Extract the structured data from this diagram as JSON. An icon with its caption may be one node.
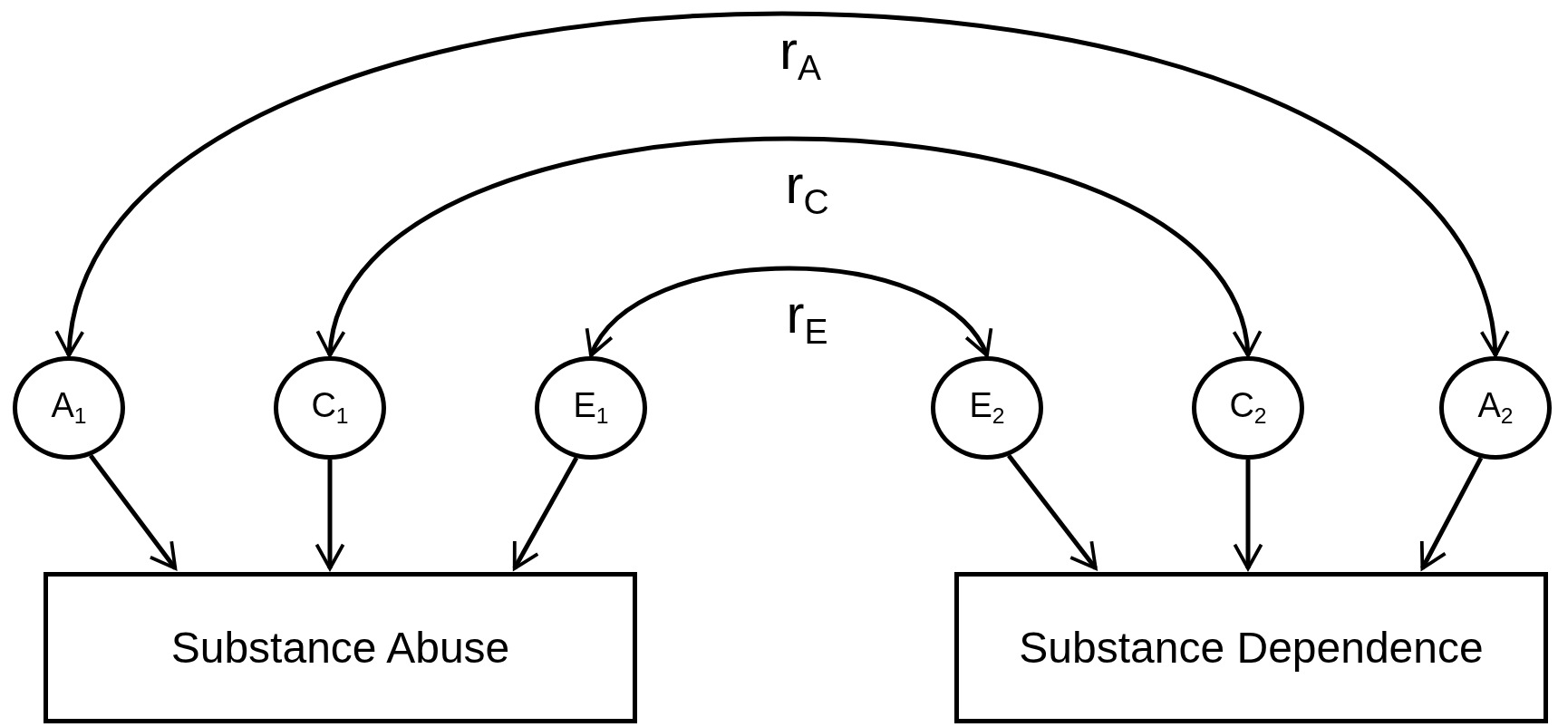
{
  "diagram": {
    "nodes": [
      {
        "text": [
          "A$_{1}$"
        ]
      },
      {
        "text": [
          "C$_{1}$"
        ]
      },
      {
        "text": [
          "E$_{1}$"
        ]
      },
      {
        "text": [
          "E$_{2}$"
        ]
      },
      {
        "text": [
          "C$_{2}$"
        ]
      },
      {
        "text": [
          "A$_{2}$"
        ]
      },
      {
        "text": [
          "Substance Abuse"
        ]
      },
      {
        "text": [
          "Substance Dependence"
        ]
      }
    ],
    "edges": [
      {
        "from": 0,
        "to": 5,
        "arrow": "both",
        "label": "r$_{A}$"
      },
      {
        "from": 1,
        "to": 4,
        "arrow": "both",
        "label": "r$_{C}$"
      },
      {
        "from": 2,
        "to": 3,
        "arrow": "both",
        "label": "r$_{E}$"
      },
      {
        "from": 0,
        "to": 6,
        "arrow": "to"
      },
      {
        "from": 1,
        "to": 6,
        "arrow": "to"
      },
      {
        "from": 2,
        "to": 6,
        "arrow": "to"
      },
      {
        "from": 3,
        "to": 7,
        "arrow": "to"
      },
      {
        "from": 4,
        "to": 7,
        "arrow": "to"
      },
      {
        "from": 5,
        "to": 7,
        "arrow": "to"
      }
    ]
  }
}
